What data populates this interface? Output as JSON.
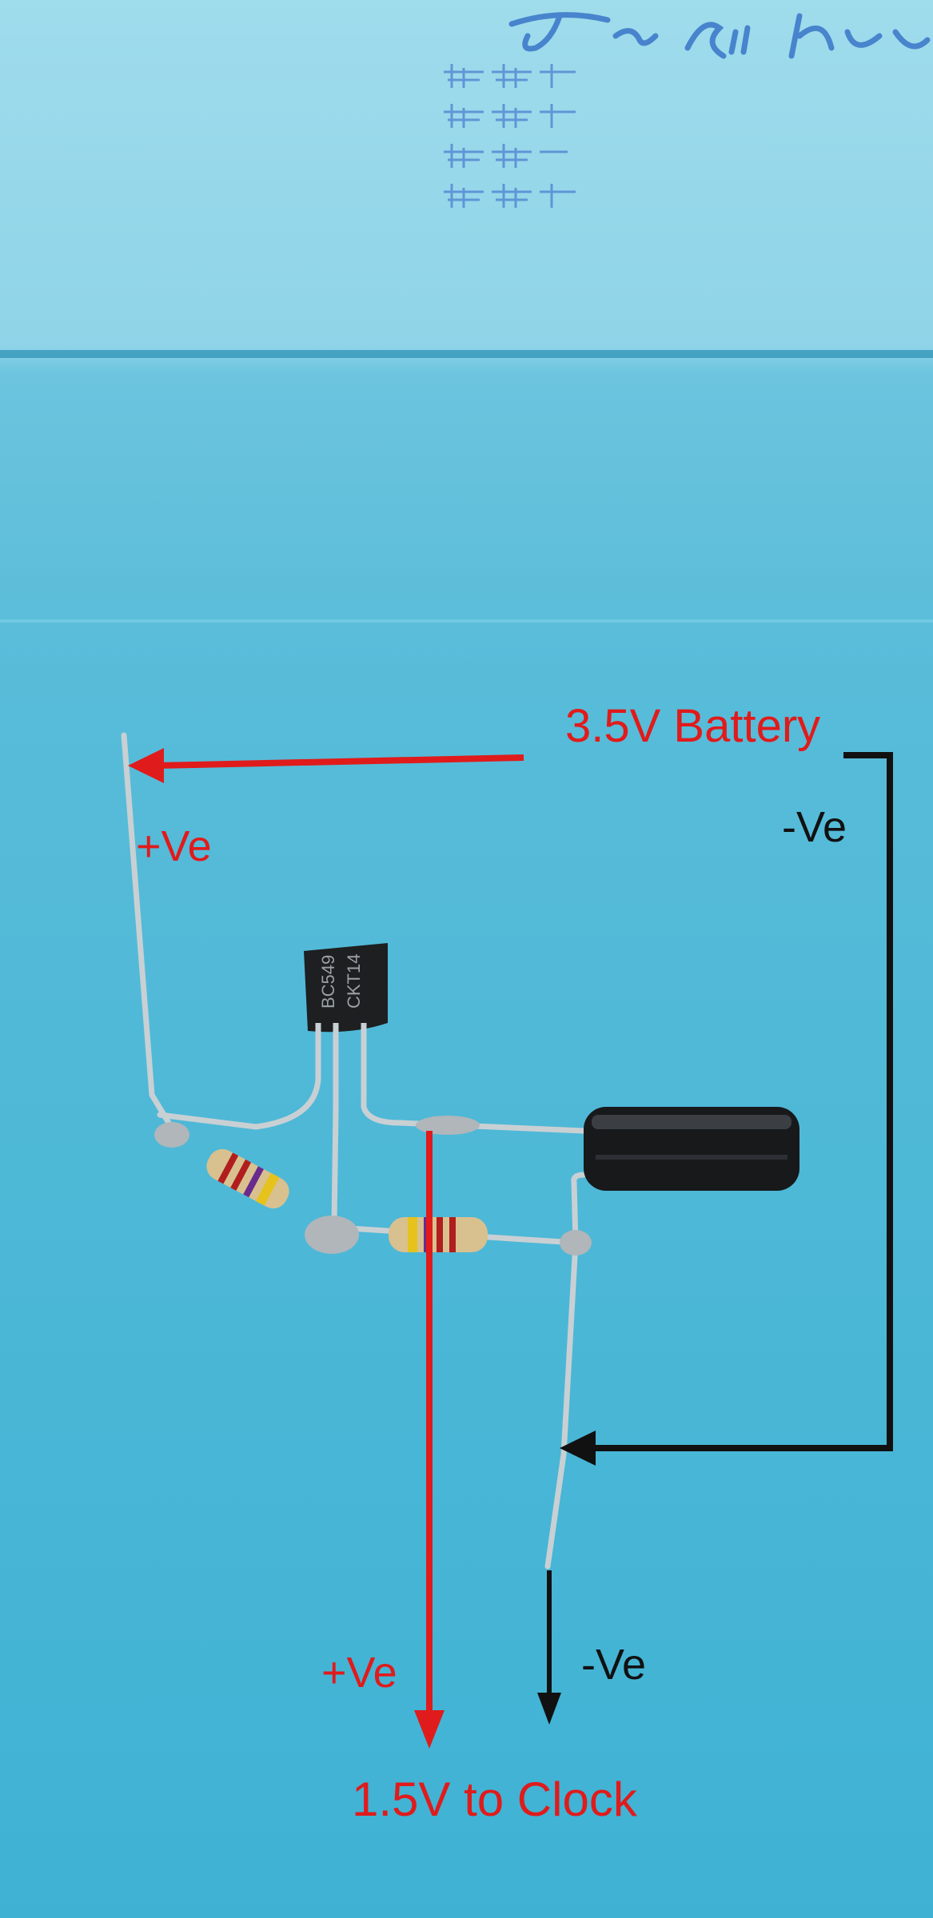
{
  "photo": {
    "background_color": "#4ab6d6",
    "handwriting_signature": "Tai Sri Ku"
  },
  "annotations": {
    "battery_label": "3.5V Battery",
    "plus_ve_top": "+Ve",
    "minus_ve_right": "-Ve",
    "plus_ve_bottom": "+Ve",
    "minus_ve_bottom": "-Ve",
    "clock_label": "1.5V to Clock"
  },
  "components": {
    "transistor_marking_line1": "BC549",
    "transistor_marking_line2": "CKT14"
  },
  "colors": {
    "positive_arrow": "#e01b1b",
    "negative_arrow": "#111111"
  }
}
